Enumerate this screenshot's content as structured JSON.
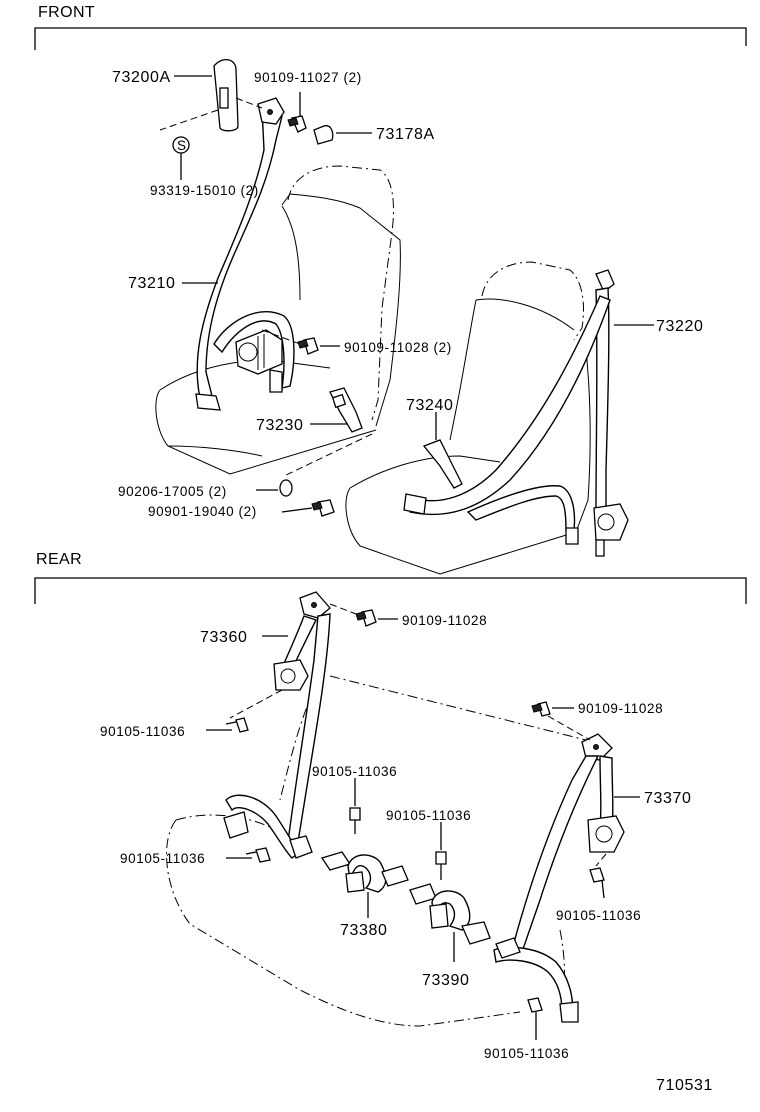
{
  "sections": {
    "front": "FRONT",
    "rear": "REAR"
  },
  "front_labels": {
    "p73200A": "73200A",
    "p90109_11027": "90109-11027 (2)",
    "p73178A": "73178A",
    "p93319_15010": "93319-15010 (2)",
    "p73210": "73210",
    "p73220": "73220",
    "p90109_11028_2": "90109-11028 (2)",
    "p73240": "73240",
    "p73230": "73230",
    "p90206_17005": "90206-17005 (2)",
    "p90901_19040": "90901-19040 (2)",
    "s_mark": "S"
  },
  "rear_labels": {
    "p90109_11028_a": "90109-11028",
    "p73360": "73360",
    "p90109_11028_b": "90109-11028",
    "p90105_11036_a": "90105-11036",
    "p90105_11036_b": "90105-11036",
    "p73370": "73370",
    "p90105_11036_c": "90105-11036",
    "p90105_11036_d": "90105-11036",
    "p90105_11036_e": "90105-11036",
    "p73380": "73380",
    "p73390": "73390",
    "p90105_11036_f": "90105-11036"
  },
  "figure_id": "710531",
  "icons": [
    "bolt-icon",
    "washer-icon",
    "retractor-icon",
    "buckle-icon",
    "anchor-plate-icon"
  ]
}
